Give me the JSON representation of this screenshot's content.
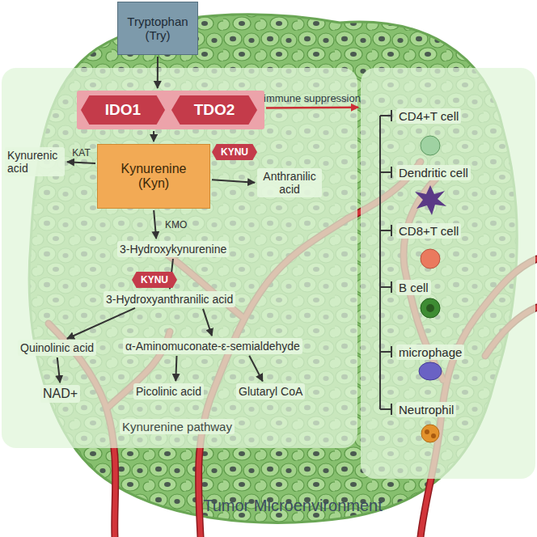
{
  "diagram": {
    "nodes": [
      {
        "text": [
          "Tryptophan (Try)"
        ]
      },
      {
        "text": [
          "Kynurenine pathway"
        ]
      },
      {
        "text": [],
        "in": 1
      },
      {
        "text": [
          "IDO1"
        ],
        "in": 2
      },
      {
        "text": [
          "TDO2"
        ],
        "in": 2
      },
      {
        "text": [
          "Kynurenine (Kyn)"
        ],
        "in": 1
      },
      {
        "text": [
          "KYNU"
        ],
        "in": 1
      },
      {
        "text": [
          "Kynurenic acid"
        ],
        "in": 1
      },
      {
        "text": [
          "Anthranilic acid"
        ],
        "in": 1
      },
      {
        "text": [
          "3-Hydroxykynurenine"
        ],
        "in": 1
      },
      {
        "text": [
          "KYNU"
        ],
        "in": 1
      },
      {
        "text": [
          "3-Hydroxyanthranilic acid"
        ],
        "in": 1
      },
      {
        "text": [
          "Quinolinic acid"
        ],
        "in": 1
      },
      {
        "text": [
          "α-Aminomuconate-ε-semialdehyde"
        ],
        "in": 1
      },
      {
        "text": [
          "NAD+"
        ],
        "in": 1
      },
      {
        "text": [
          "Picolinic acid"
        ],
        "in": 1
      },
      {
        "text": [
          "Glutaryl CoA"
        ],
        "in": 1
      },
      {
        "text": [
          "CD4+T cell",
          "Dendritic cell",
          "CD8+T cell",
          "B cell",
          "microphage",
          "Neutrophil"
        ]
      }
    ],
    "edges": [
      {
        "from": 0,
        "to": 2,
        "arrow": "to"
      },
      {
        "from": 2,
        "to": 5,
        "arrow": "to"
      },
      {
        "from": 5,
        "to": 7,
        "label": "KAT",
        "arrow": "to"
      },
      {
        "from": 5,
        "to": 8,
        "arrow": "to"
      },
      {
        "from": 5,
        "to": 9,
        "label": "KMO",
        "arrow": "to"
      },
      {
        "from": 9,
        "to": 11,
        "arrow": "to"
      },
      {
        "from": 11,
        "to": 12,
        "arrow": "to"
      },
      {
        "from": 11,
        "to": 13,
        "arrow": "to"
      },
      {
        "from": 12,
        "to": 14,
        "arrow": "to"
      },
      {
        "from": 13,
        "to": 15,
        "arrow": "to"
      },
      {
        "from": 13,
        "to": 16,
        "arrow": "to"
      },
      {
        "from": 2,
        "to": 17,
        "label": "immune suppression",
        "arrow": "to"
      }
    ],
    "labels": [
      "Tumor Microenvironment"
    ]
  }
}
